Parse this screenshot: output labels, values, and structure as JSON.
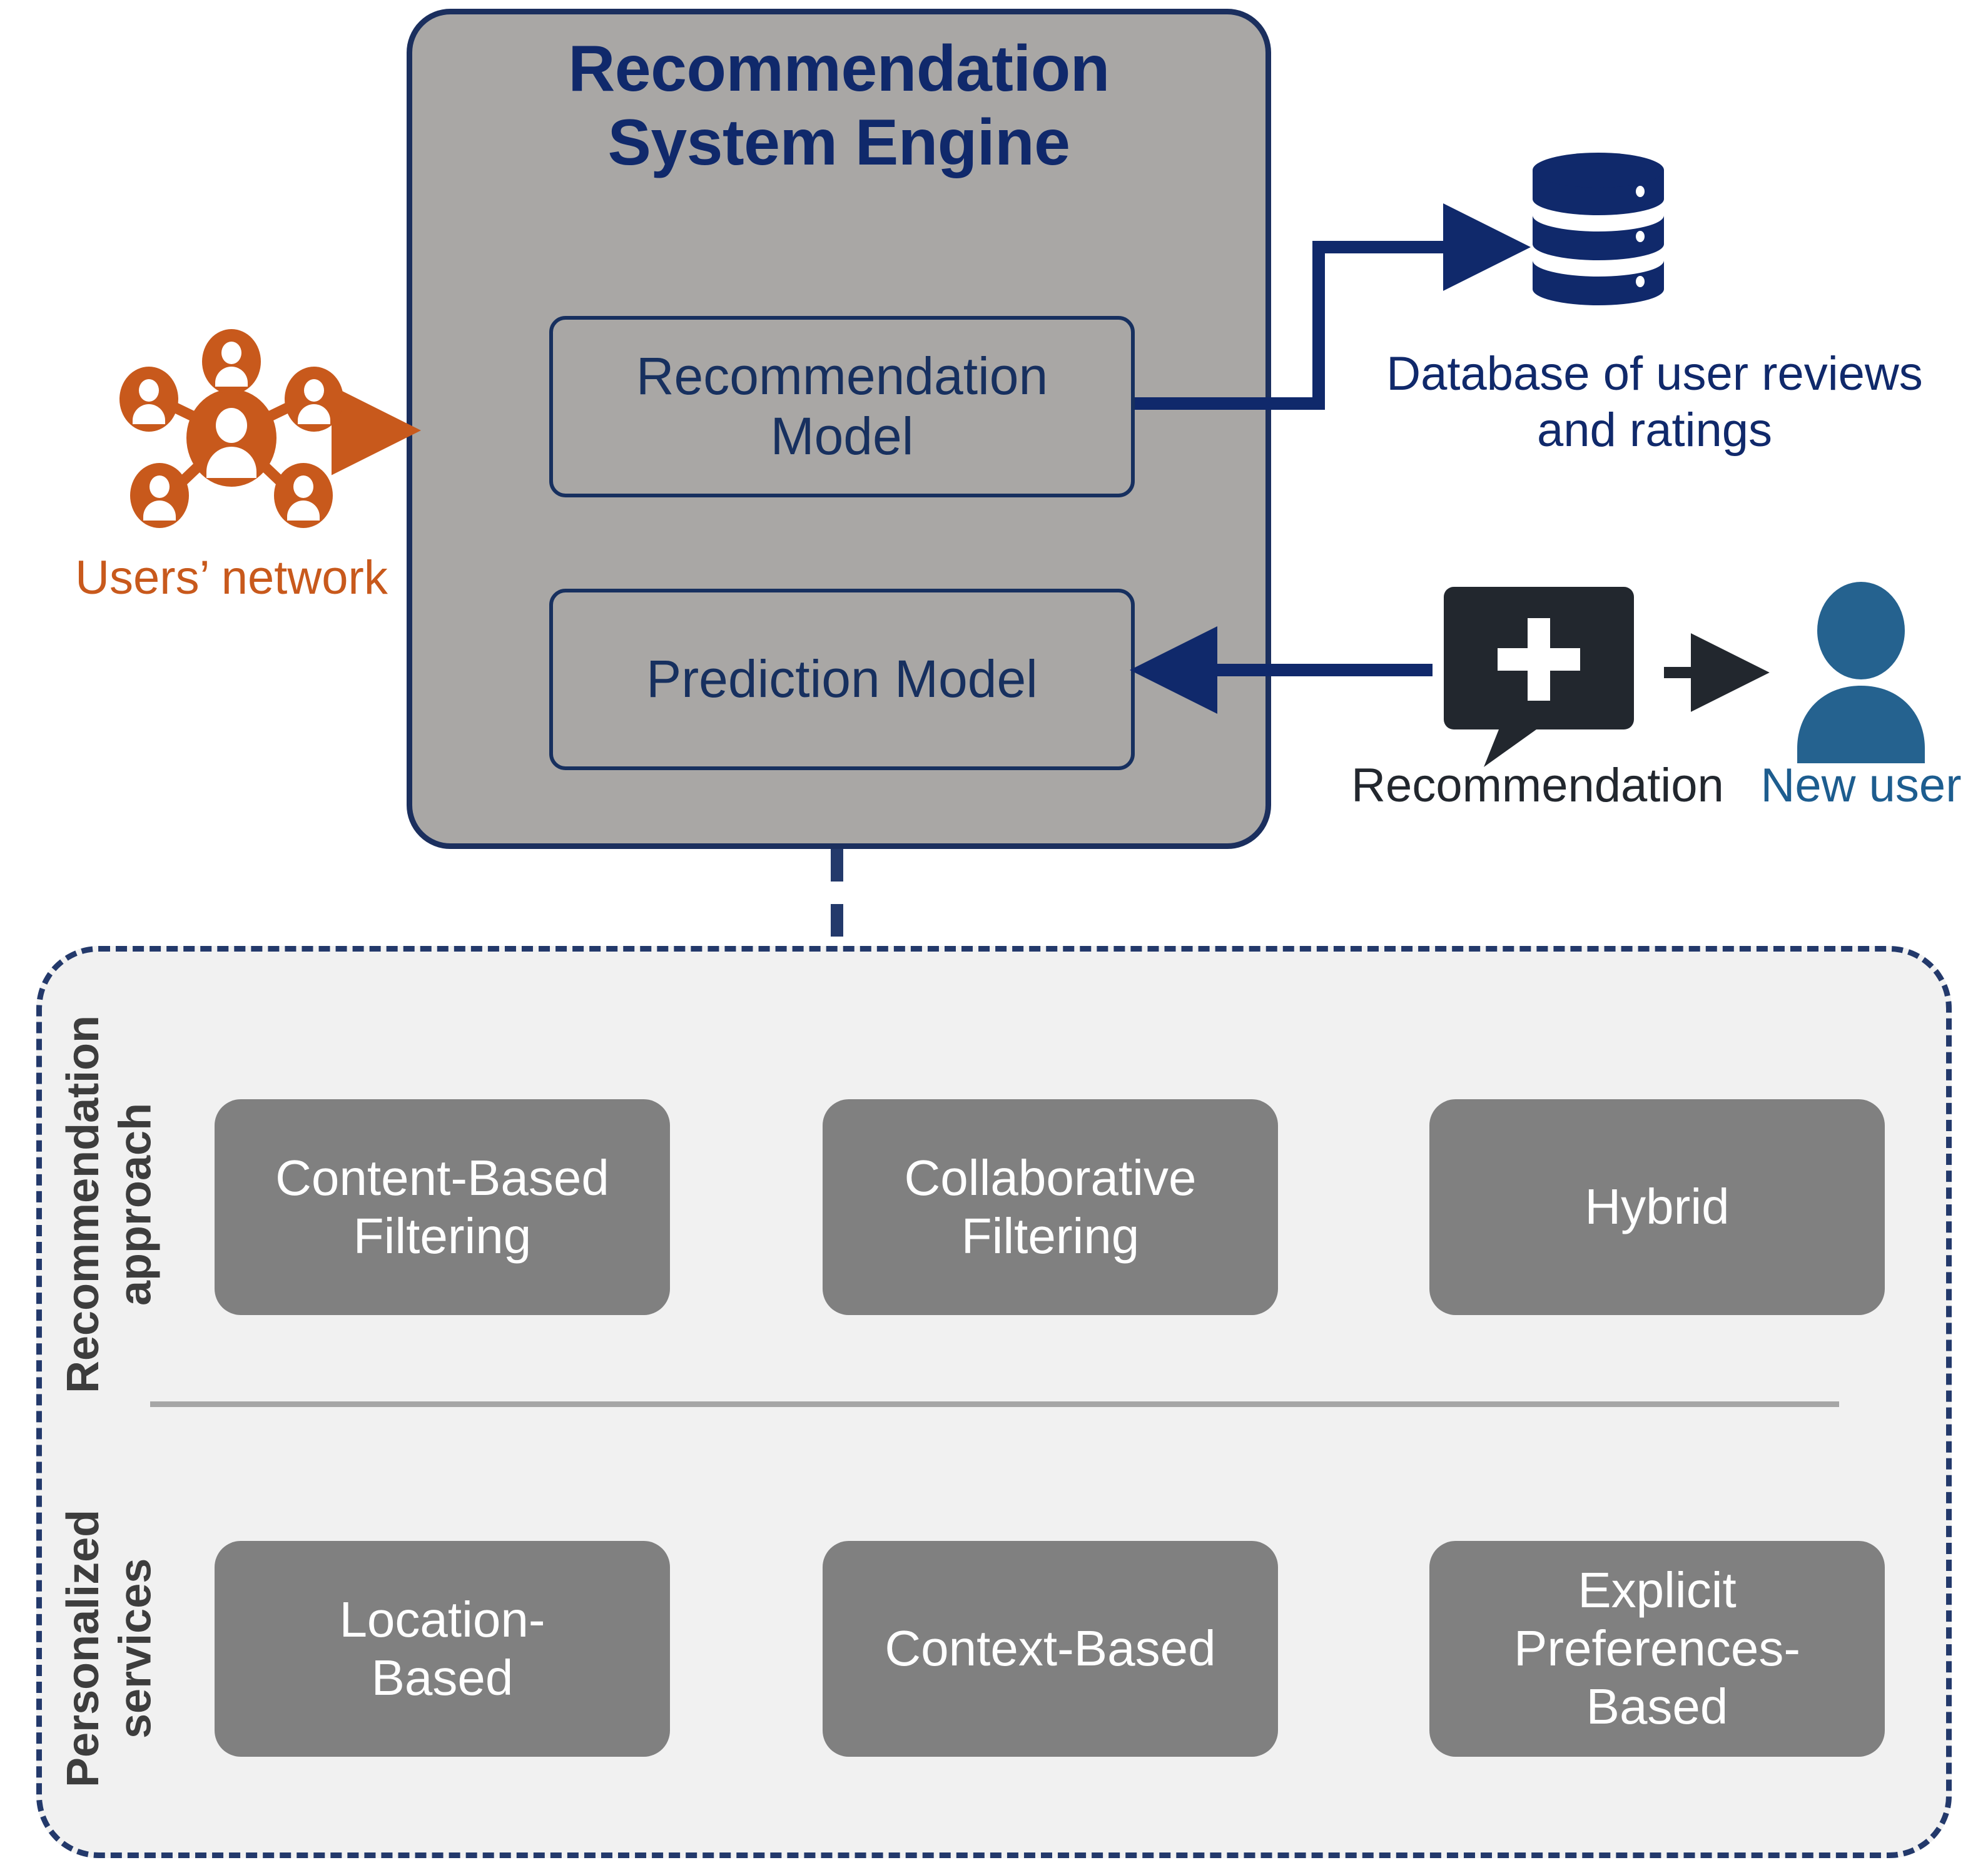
{
  "engine": {
    "title": "Recommendation\nSystem Engine",
    "boxes": [
      {
        "id": "recommendation-model",
        "label": "Recommendation\nModel"
      },
      {
        "id": "prediction-model",
        "label": "Prediction Model"
      }
    ]
  },
  "left": {
    "users_network_label": "Users’ network",
    "users_network_icon": "users-network-icon",
    "arrow_icon": "arrow-right-icon"
  },
  "right": {
    "database_label": "Database of user reviews\nand ratings",
    "database_icon": "database-icon",
    "recommendation_label": "Recommendation",
    "recommendation_icon": "speech-bubble-plus-icon",
    "new_user_label": "New user",
    "new_user_icon": "person-icon"
  },
  "panel": {
    "side_labels": [
      {
        "id": "label-approach",
        "text": "Recommendation\napproach"
      },
      {
        "id": "label-services",
        "text": "Personalized\nservices"
      }
    ],
    "approach_boxes": [
      {
        "id": "box-content-based",
        "label": "Content-Based\nFiltering"
      },
      {
        "id": "box-collaborative",
        "label": "Collaborative\nFiltering"
      },
      {
        "id": "box-hybrid",
        "label": "Hybrid"
      }
    ],
    "service_boxes": [
      {
        "id": "box-location",
        "label": "Location-\nBased"
      },
      {
        "id": "box-context",
        "label": "Context-Based"
      },
      {
        "id": "box-explicit",
        "label": "Explicit\nPreferences-\nBased"
      }
    ]
  },
  "colors": {
    "navy": "#10296b",
    "navy_border": "#1b2f5e",
    "orange": "#c8591c",
    "engine_fill": "#a9a7a5",
    "panel_fill": "#f1f1f1",
    "box_fill": "#808080",
    "dark": "#22272e",
    "blue_user": "#1d5d8f",
    "divider": "#a6a6a6"
  }
}
